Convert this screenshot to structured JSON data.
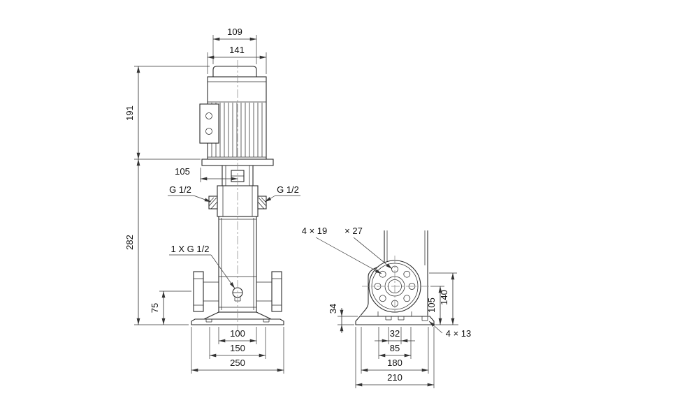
{
  "drawing": {
    "front_view": {
      "dim_motor_top_width": "109",
      "dim_motor_width": "141",
      "dim_motor_height": "191",
      "dim_head_offset": "105",
      "port_left_label": "G 1/2",
      "port_right_label": "G 1/2",
      "dim_pump_height": "282",
      "drain_label": "1 X G 1/2",
      "dim_port_height": "75",
      "dim_base_inner": "100",
      "dim_base_bolts": "150",
      "dim_base_width": "250"
    },
    "side_view": {
      "flange_holes_label": "4 × 19",
      "flange_counterbore_label": "× 27",
      "dim_base_height": "34",
      "dim_port_center_height": "105",
      "dim_flange_top_height": "140",
      "dim_slot_spacing_32": "32",
      "dim_slot_spacing_85": "85",
      "dim_base_180": "180",
      "dim_base_210": "210",
      "base_holes_label": "4 × 13"
    }
  }
}
